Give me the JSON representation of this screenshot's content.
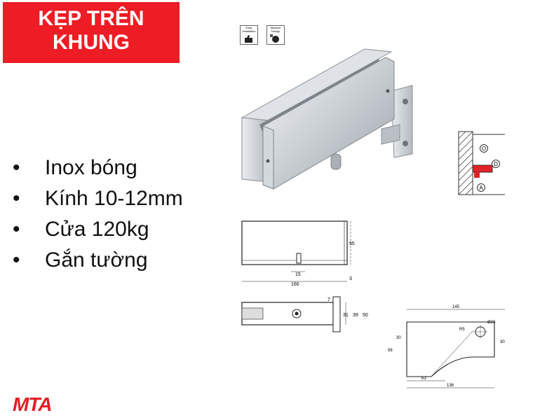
{
  "title": {
    "line1": "KẸP TRÊN",
    "line2": "KHUNG"
  },
  "bullets": [
    "Inox bóng",
    "Kính 10-12mm",
    "Cửa 120kg",
    "Gắn tường"
  ],
  "bullet_glyph": "•",
  "badges": [
    {
      "label": "Easy Installation",
      "icon": "hand-thumb-icon"
    },
    {
      "label": "Massive Design",
      "icon": "solid-block-icon"
    }
  ],
  "logo": "MTA",
  "drawing_dims": {
    "front_width": "166",
    "front_height": "55",
    "pin_offset": "15",
    "bottom_gap": "3",
    "side_7": "7",
    "side_31": "31",
    "side_39": "39",
    "side_50": "50",
    "plan_width": "145",
    "plan_inner": "136",
    "plan_depth": "56",
    "plan_radius": "R5",
    "plan_hole": "Ø20",
    "plan_small": "30",
    "plan_left": "30",
    "plan_offset": "63"
  },
  "legend_letters": [
    "O",
    "D",
    "A"
  ],
  "colors": {
    "title_bg": "#ee1c25",
    "logo": "#e41e26"
  }
}
